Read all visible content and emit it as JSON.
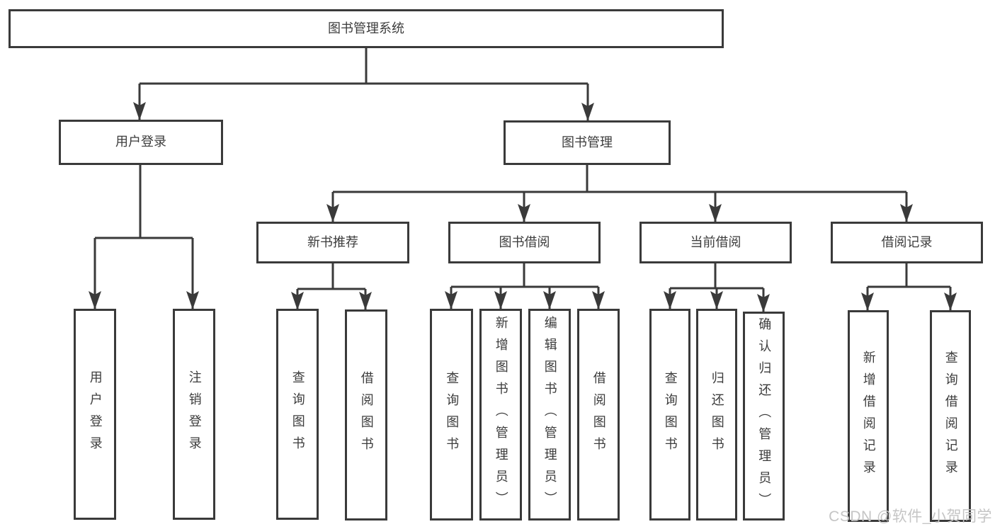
{
  "tree": {
    "label": "图书管理系统",
    "children": [
      {
        "label": "用户登录",
        "children": [
          {
            "label": "用户登录"
          },
          {
            "label": "注销登录"
          }
        ]
      },
      {
        "label": "图书管理",
        "children": [
          {
            "label": "新书推荐",
            "children": [
              {
                "label": "查询图书"
              },
              {
                "label": "借阅图书"
              }
            ]
          },
          {
            "label": "图书借阅",
            "children": [
              {
                "label": "查询图书"
              },
              {
                "label": "新增图书（管理员）"
              },
              {
                "label": "编辑图书（管理员）"
              },
              {
                "label": "借阅图书"
              }
            ]
          },
          {
            "label": "当前借阅",
            "children": [
              {
                "label": "查询图书"
              },
              {
                "label": "归还图书"
              },
              {
                "label": "确认归还（管理员）"
              }
            ]
          },
          {
            "label": "借阅记录",
            "children": [
              {
                "label": "新增借阅记录"
              },
              {
                "label": "查询借阅记录"
              }
            ]
          }
        ]
      }
    ]
  },
  "watermark": {
    "text": "CSDN @软件_小贺同学"
  },
  "colors": {
    "line": "#3a3a3a",
    "box_border": "#3a3a3a",
    "text": "#3c3c3c",
    "watermark": "#c5c5c5",
    "background": "#ffffff"
  }
}
